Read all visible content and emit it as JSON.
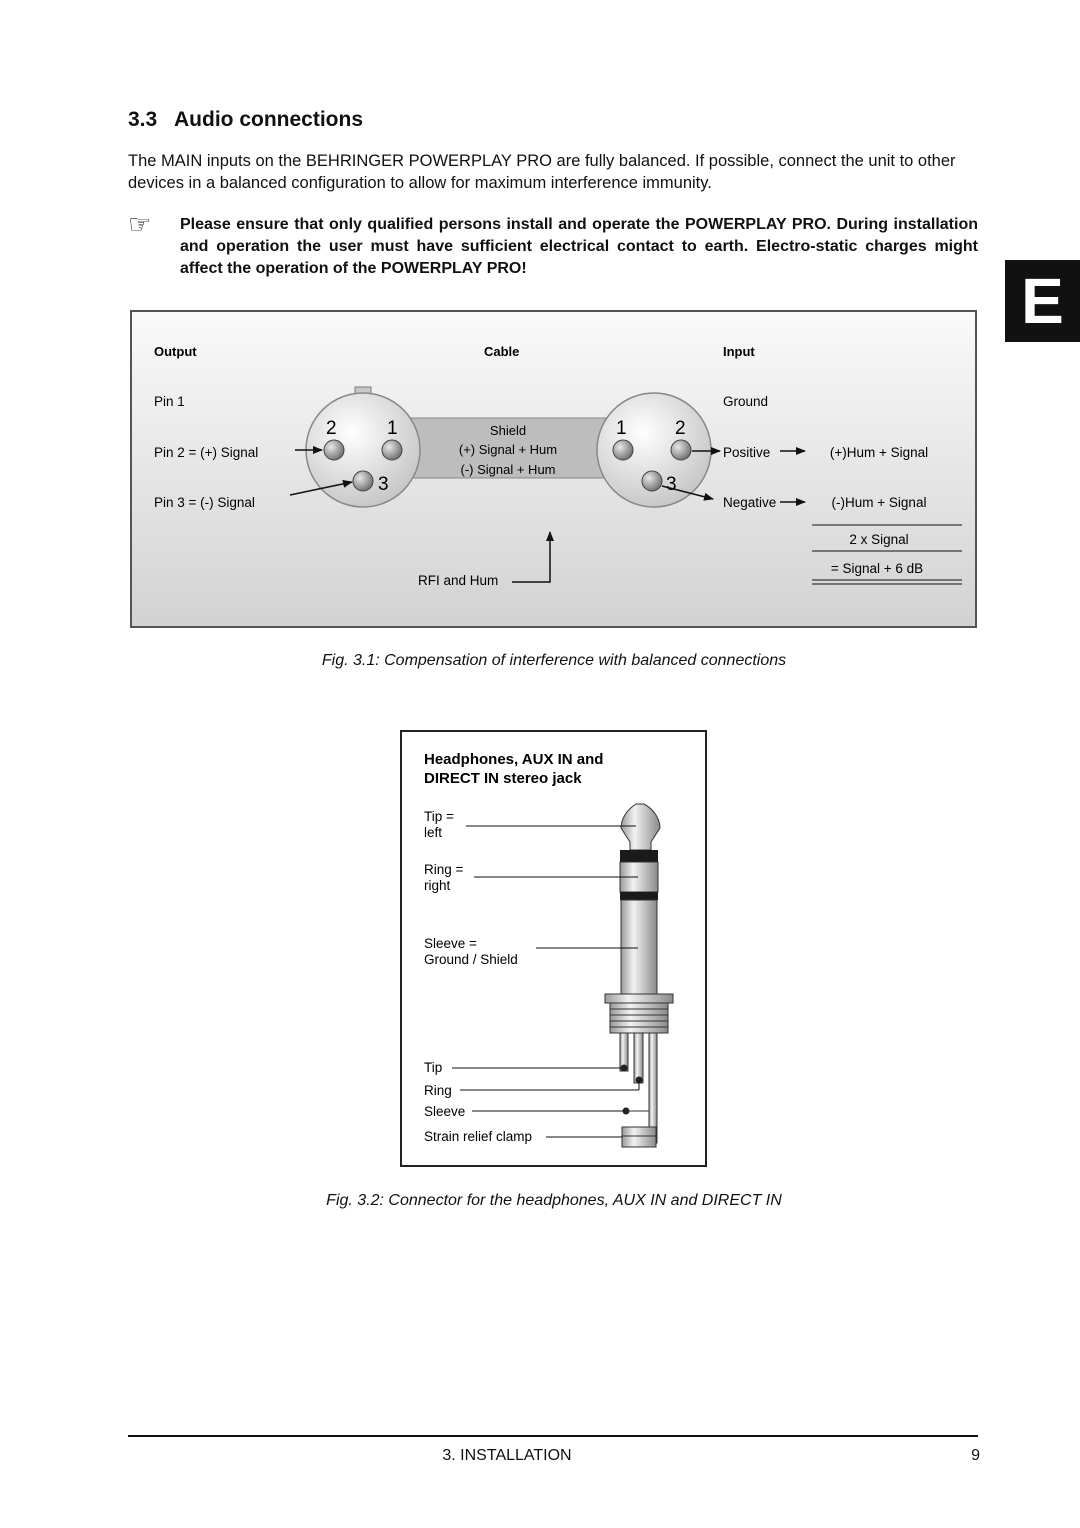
{
  "section": {
    "number": "3.3",
    "title": "Audio connections",
    "intro": "The MAIN inputs on the BEHRINGER POWERPLAY PRO are fully balanced. If possible, connect the unit to other devices in a balanced configuration to allow for maximum interference immunity.",
    "note_icon": "pointing-hand-icon",
    "note": "Please ensure that only qualified persons install and operate the POWERPLAY PRO. During installation and operation the user must have sufficient electrical contact to earth. Electro-static charges might affect the operation of the POWERPLAY PRO!"
  },
  "side_tab": "E",
  "figure1": {
    "headers": {
      "output": "Output",
      "cable": "Cable",
      "input": "Input"
    },
    "output_labels": {
      "pin1": "Pin 1",
      "pin2": "Pin 2 = (+) Signal",
      "pin3": "Pin 3 = (-) Signal"
    },
    "connector_left": {
      "n1": "1",
      "n2": "2",
      "n3": "3"
    },
    "connector_right": {
      "n1": "1",
      "n2": "2",
      "n3": "3"
    },
    "cable_labels": {
      "shield": "Shield",
      "plus": "(+) Signal + Hum",
      "minus": "(-) Signal + Hum",
      "rfi": "RFI and Hum"
    },
    "input_labels": {
      "ground": "Ground",
      "positive": "Positive",
      "negative": "Negative"
    },
    "results": {
      "plus": "(+)Hum + Signal",
      "minus": "(-)Hum + Signal",
      "sum": "2 x Signal",
      "gain": "= Signal + 6 dB"
    },
    "caption": "Fig. 3.1: Compensation of interference with balanced connections"
  },
  "figure2": {
    "title_line1": "Headphones, AUX IN and",
    "title_line2": "DIRECT IN stereo jack",
    "tip_label_1": "Tip =",
    "tip_label_2": "left",
    "ring_label_1": "Ring =",
    "ring_label_2": "right",
    "sleeve_label_1": "Sleeve =",
    "sleeve_label_2": "Ground / Shield",
    "tip": "Tip",
    "ring": "Ring",
    "sleeve": "Sleeve",
    "clamp": "Strain relief clamp",
    "caption": "Fig. 3.2: Connector for the headphones, AUX IN and DIRECT IN"
  },
  "footer": {
    "section": "3.  INSTALLATION",
    "page": "9"
  }
}
